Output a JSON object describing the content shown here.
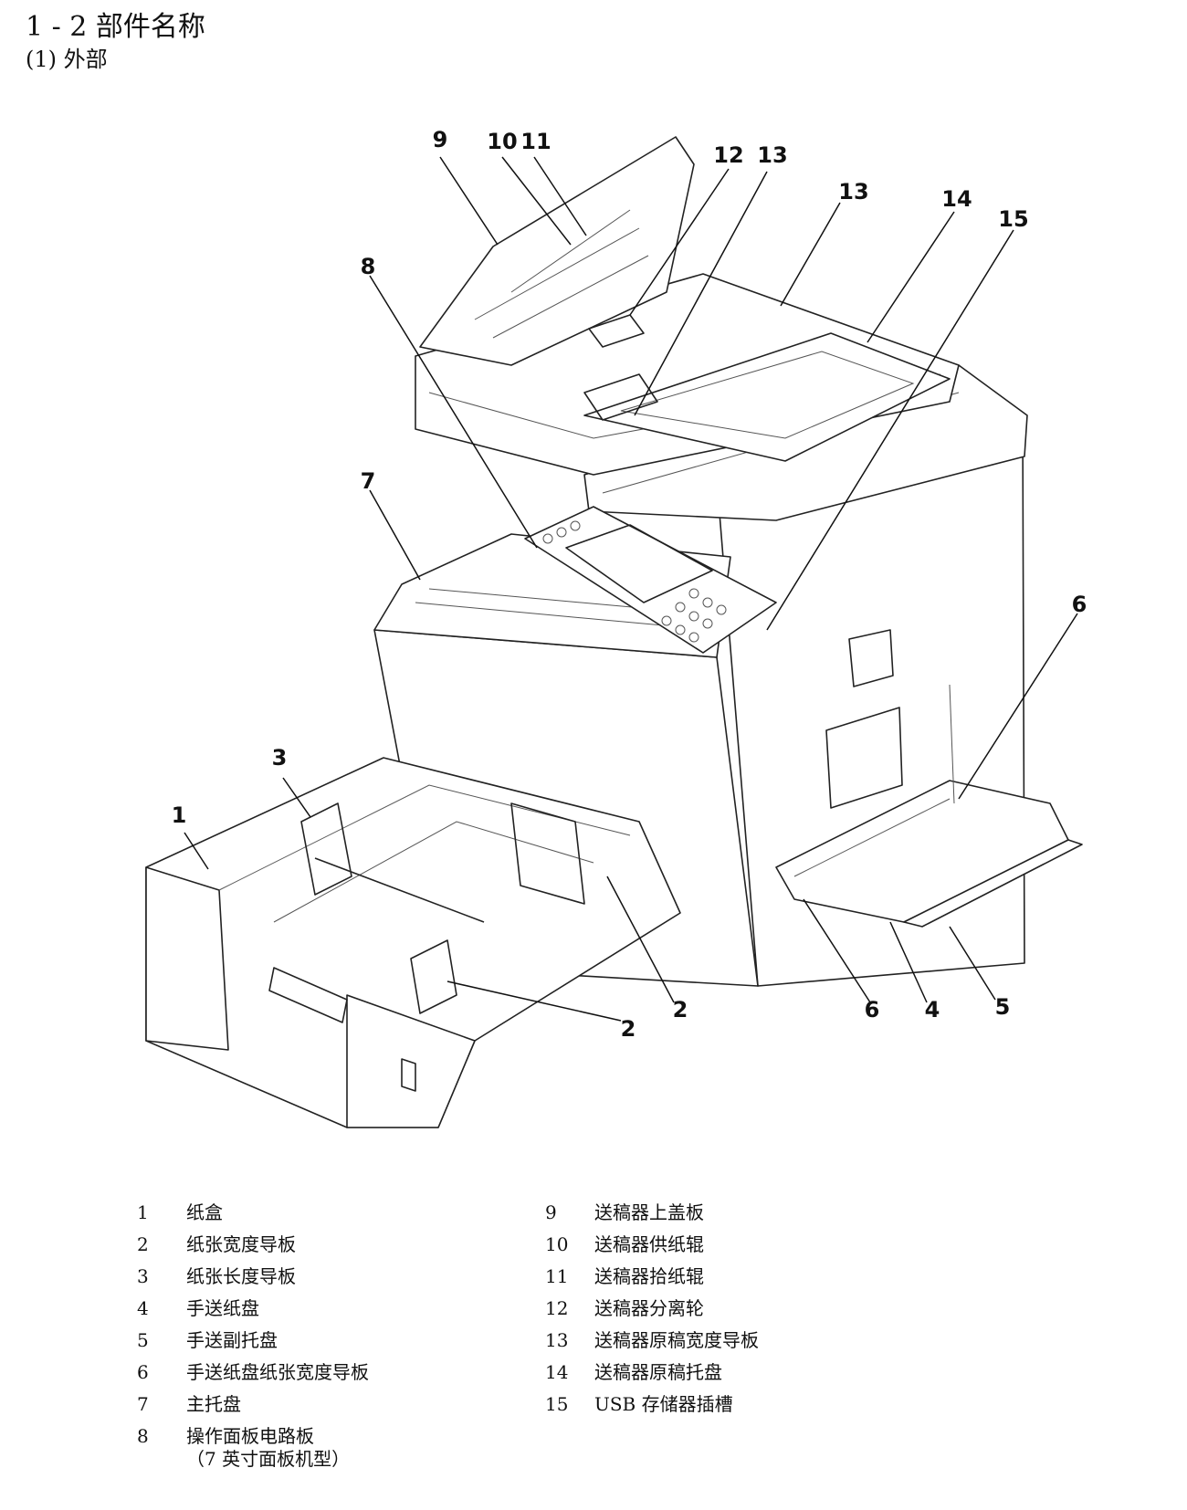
{
  "section": {
    "title": "1 - 2 部件名称",
    "subtitle": "(1) 外部"
  },
  "callouts": [
    "9",
    "10",
    "11",
    "12",
    "13",
    "13",
    "14",
    "15",
    "8",
    "7",
    "6",
    "3",
    "1",
    "2",
    "2",
    "6",
    "4",
    "5"
  ],
  "legend": {
    "left": [
      {
        "num": "1",
        "label": "纸盒"
      },
      {
        "num": "2",
        "label": "纸张宽度导板"
      },
      {
        "num": "3",
        "label": "纸张长度导板"
      },
      {
        "num": "4",
        "label": "手送纸盘"
      },
      {
        "num": "5",
        "label": "手送副托盘"
      },
      {
        "num": "6",
        "label": "手送纸盘纸张宽度导板"
      },
      {
        "num": "7",
        "label": "主托盘"
      },
      {
        "num": "8",
        "label": "操作面板电路板",
        "note": "（7 英寸面板机型）"
      }
    ],
    "right": [
      {
        "num": "9",
        "label": "送稿器上盖板"
      },
      {
        "num": "10",
        "label": "送稿器供纸辊"
      },
      {
        "num": "11",
        "label": "送稿器拾纸辊"
      },
      {
        "num": "12",
        "label": "送稿器分离轮"
      },
      {
        "num": "13",
        "label": "送稿器原稿宽度导板"
      },
      {
        "num": "14",
        "label": "送稿器原稿托盘"
      },
      {
        "num": "15",
        "label": "USB 存储器插槽"
      }
    ]
  }
}
